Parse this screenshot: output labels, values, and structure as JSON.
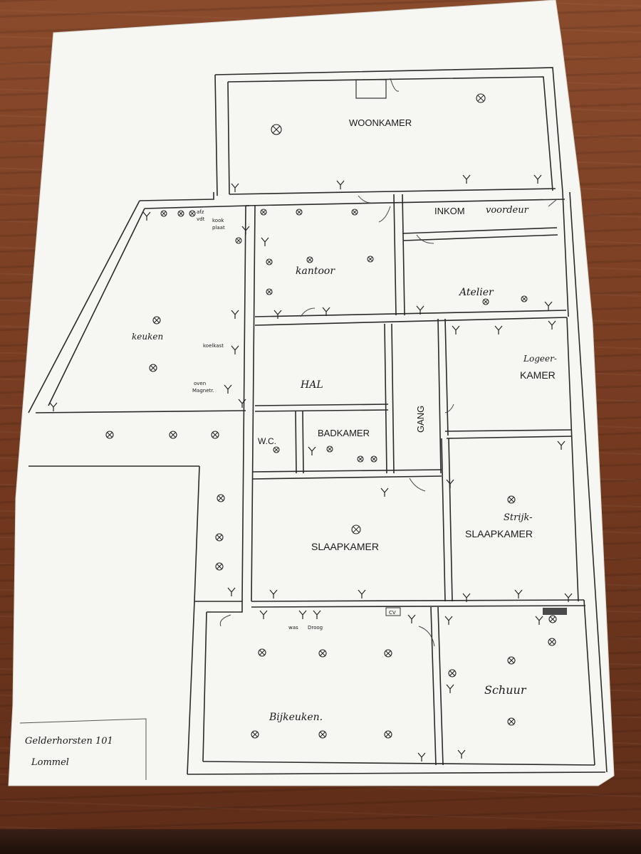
{
  "rooms": {
    "woonkamer": "WOONKAMER",
    "inkom": "INKOM",
    "voordeur": "voordeur",
    "kantoor": "kantoor",
    "atelier": "Atelier",
    "keuken": "keuken",
    "logeer_1": "Logeer-",
    "logeer_2": "KAMER",
    "hal": "HAL",
    "gang": "GANG",
    "wc": "W.C.",
    "badkamer": "BADKAMER",
    "slaapkamer": "SLAAPKAMER",
    "strijk_1": "Strijk-",
    "strijk_2": "SLAAPKAMER",
    "bijkeuken": "Bijkeuken.",
    "schuur": "Schuur"
  },
  "annotations": {
    "afz_1": "afz",
    "afz_2": "vdt",
    "kookplaat_1": "kook",
    "kookplaat_2": "plaat",
    "koelkast": "koelkast",
    "oven_1": "oven",
    "oven_2": "Magnetr.",
    "was": "was",
    "droog": "Droog",
    "cv": "CV"
  },
  "address": {
    "line1": "Gelderhorsten 101",
    "line2": "Lommel"
  },
  "colors": {
    "paper": "#f6f6f3",
    "ink": "#1a1a1a",
    "table": "#7a3e24"
  }
}
